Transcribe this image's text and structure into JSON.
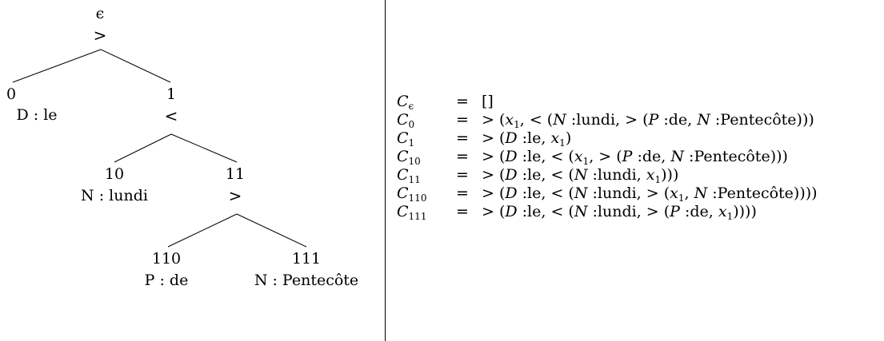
{
  "tree": {
    "root": {
      "address": "ϵ",
      "op": ">"
    },
    "n0": {
      "address": "0",
      "label": "D : le"
    },
    "n1": {
      "address": "1",
      "op": "<"
    },
    "n10": {
      "address": "10",
      "label": "N : lundi"
    },
    "n11": {
      "address": "11",
      "op": ">"
    },
    "n110": {
      "address": "110",
      "label": "P : de"
    },
    "n111": {
      "address": "111",
      "label": "N : Pentecôte"
    }
  },
  "contexts": [
    {
      "name": "C",
      "sub": "ϵ",
      "eq": "=",
      "value": []
    },
    {
      "name": "C",
      "sub": "0",
      "eq": "=",
      "value": [
        {
          "t": "> ("
        },
        {
          "t": "x",
          "i": true
        },
        {
          "t": "1",
          "s": true
        },
        {
          "t": ", < ("
        },
        {
          "t": "N",
          "i": true
        },
        {
          "t": " :lundi, > ("
        },
        {
          "t": "P",
          "i": true
        },
        {
          "t": " :de, "
        },
        {
          "t": "N",
          "i": true
        },
        {
          "t": " :Pentecôte)))"
        }
      ]
    },
    {
      "name": "C",
      "sub": "1",
      "eq": "=",
      "value": [
        {
          "t": "> ("
        },
        {
          "t": "D",
          "i": true
        },
        {
          "t": " :le, "
        },
        {
          "t": "x",
          "i": true
        },
        {
          "t": "1",
          "s": true
        },
        {
          "t": ")"
        }
      ]
    },
    {
      "name": "C",
      "sub": "10",
      "eq": "=",
      "value": [
        {
          "t": "> ("
        },
        {
          "t": "D",
          "i": true
        },
        {
          "t": " :le, < ("
        },
        {
          "t": "x",
          "i": true
        },
        {
          "t": "1",
          "s": true
        },
        {
          "t": ", > ("
        },
        {
          "t": "P",
          "i": true
        },
        {
          "t": " :de, "
        },
        {
          "t": "N",
          "i": true
        },
        {
          "t": " :Pentecôte)))"
        }
      ]
    },
    {
      "name": "C",
      "sub": "11",
      "eq": "=",
      "value": [
        {
          "t": "> ("
        },
        {
          "t": "D",
          "i": true
        },
        {
          "t": " :le, < ("
        },
        {
          "t": "N",
          "i": true
        },
        {
          "t": " :lundi, "
        },
        {
          "t": "x",
          "i": true
        },
        {
          "t": "1",
          "s": true
        },
        {
          "t": ")))"
        }
      ]
    },
    {
      "name": "C",
      "sub": "110",
      "eq": "=",
      "value": [
        {
          "t": "> ("
        },
        {
          "t": "D",
          "i": true
        },
        {
          "t": " :le, < ("
        },
        {
          "t": "N",
          "i": true
        },
        {
          "t": " :lundi, > ("
        },
        {
          "t": "x",
          "i": true
        },
        {
          "t": "1",
          "s": true
        },
        {
          "t": ", "
        },
        {
          "t": "N",
          "i": true
        },
        {
          "t": " :Pentecôte))))"
        }
      ]
    },
    {
      "name": "C",
      "sub": "111",
      "eq": "=",
      "value": [
        {
          "t": "> ("
        },
        {
          "t": "D",
          "i": true
        },
        {
          "t": " :le, < ("
        },
        {
          "t": "N",
          "i": true
        },
        {
          "t": " :lundi, > ("
        },
        {
          "t": "P",
          "i": true
        },
        {
          "t": " :de, "
        },
        {
          "t": "x",
          "i": true
        },
        {
          "t": "1",
          "s": true
        },
        {
          "t": "))))"
        }
      ]
    }
  ],
  "empty_list": "[]"
}
